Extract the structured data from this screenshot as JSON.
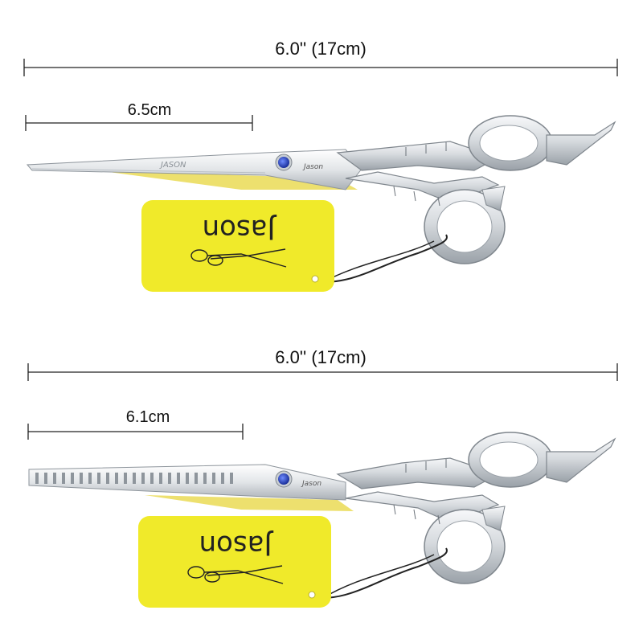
{
  "top": {
    "overall_label": "6.0'' (17cm)",
    "blade_label": "6.5cm",
    "blade_engraving": "JASON",
    "pivot_engraving": "Jason",
    "tag_logo": "Jason"
  },
  "bottom": {
    "overall_label": "6.0'' (17cm)",
    "blade_label": "6.1cm",
    "pivot_engraving": "Jason",
    "tag_logo": "Jason"
  },
  "colors": {
    "tag_yellow": "#f0ea2a",
    "steel": "#d9dde2",
    "steel_dark": "#8e959c",
    "gem_blue": "#1f3fb8",
    "dimension_line": "#222222"
  }
}
